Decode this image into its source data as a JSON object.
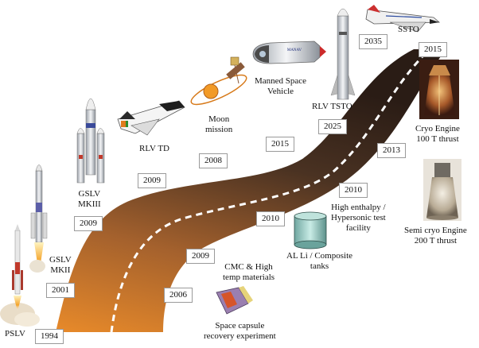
{
  "milestones": {
    "pslv": {
      "label": "PSLV",
      "year": "1994"
    },
    "gslv_mk2": {
      "label_line1": "GSLV",
      "label_line2": "MKII",
      "year": "2001"
    },
    "gslv_mk3": {
      "label_line1": "GSLV",
      "label_line2": "MKIII",
      "year": "2009"
    },
    "rlv_td": {
      "label": "RLV TD",
      "year": "2009"
    },
    "moon": {
      "label_line1": "Moon",
      "label_line2": "mission",
      "year": "2008"
    },
    "manned": {
      "label_line1": "Manned Space",
      "label_line2": "Vehicle",
      "year": "2015"
    },
    "rlv_tsto": {
      "label": "RLV TSTO",
      "year": "2025"
    },
    "ssto": {
      "label": "SSTO",
      "year": "2035"
    },
    "capsule": {
      "label_line1": "Space capsule",
      "label_line2": "recovery experiment",
      "year": "2006"
    },
    "cmc": {
      "label_line1": "CMC & High",
      "label_line2": "temp materials",
      "year": "2009"
    },
    "alli": {
      "label_line1": "AL Li / Composite",
      "label_line2": "tanks",
      "year": "2010"
    },
    "hypersonic": {
      "label_line1": "High enthalpy /",
      "label_line2": "Hypersonic test",
      "label_line3": "facility",
      "year": "2010"
    },
    "semicryo": {
      "label_line1": "Semi cryo Engine",
      "label_line2": "200 T thrust",
      "year": "2013"
    },
    "cryo": {
      "label_line1": "Cryo Engine",
      "label_line2": "100 T thrust",
      "year": "2015"
    }
  },
  "craft_markings": {
    "manned_vehicle_text": "MANAV"
  }
}
